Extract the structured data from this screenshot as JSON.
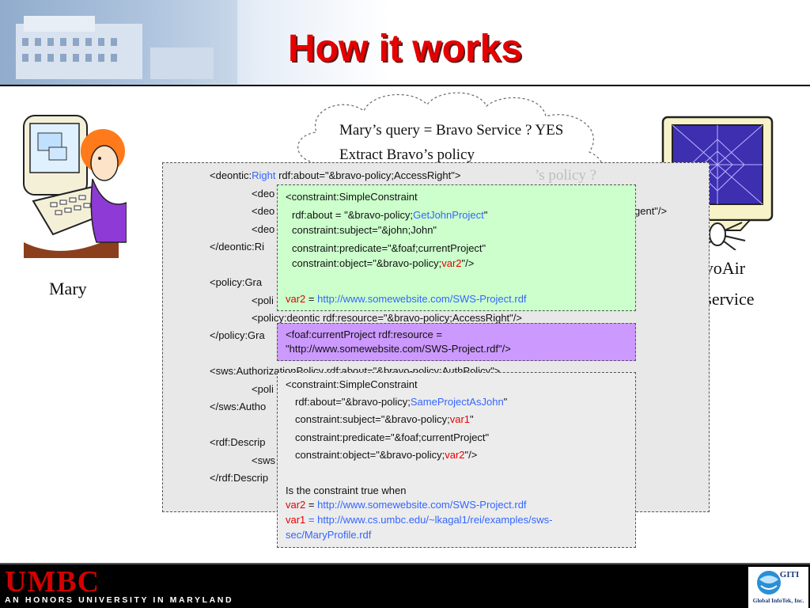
{
  "title": "How it works",
  "cloud": {
    "line1": "Mary’s query = Bravo Service ? YES",
    "line2": "Extract Bravo’s policy",
    "line3_partial": "’s policy ?"
  },
  "people": {
    "mary_label": "Mary",
    "bravo_label1": "BravoAir",
    "bravo_label2": "Web service"
  },
  "policy_box": {
    "l1_pre": "<deontic:",
    "l1_kw": "Right",
    "l1_post": " rdf:about=\"&bravo-policy;AccessRight\">",
    "l2": "<deo",
    "l3": "<deo",
    "l3_tail": "gent\"/>",
    "l4": "<deo",
    "l5": "</deontic:Ri",
    "l6": "<policy:Gra",
    "l7": "<poli",
    "l8": "<policy:deontic rdf:resource=\"&bravo-policy;AccessRight\"/>",
    "l9": "</policy:Gra",
    "l10": "<sws:AuthorizationPolicy rdf:about=\"&bravo-policy;AuthPolicy\">",
    "l11": "<poli",
    "l12": "</sws:Autho",
    "l13": "<rdf:Descrip",
    "l14": "<sws",
    "l15": "</rdf:Descrip"
  },
  "green_box": {
    "l1": "<constraint:SimpleConstraint",
    "l2_pre": "rdf:about = \"&bravo-policy;",
    "l2_kw": "GetJohnProject",
    "l2_post": "\"",
    "l3": "constraint:subject=\"&john;John\"",
    "l4": "constraint:predicate=\"&foaf;currentProject\"",
    "l5_pre": "constraint:object=\"&bravo-policy;",
    "l5_kw": "var2",
    "l5_post": "\"/>",
    "l6_var": "var2",
    "l6_eq": " = ",
    "l6_url": "http://www.somewebsite.com/SWS-Project.rdf"
  },
  "purple_box": {
    "l1": "<foaf:currentProject rdf:resource =",
    "l2": "\"http://www.somewebsite.com/SWS-Project.rdf\"/>"
  },
  "gray_box": {
    "l1": "<constraint:SimpleConstraint",
    "l2_pre": "rdf:about=\"&bravo-policy;",
    "l2_kw": "SameProjectAsJohn",
    "l2_post": "\"",
    "l3_pre": "constraint:subject=\"&bravo-policy;",
    "l3_kw": "var1",
    "l3_post": "\"",
    "l4": "constraint:predicate=\"&foaf;currentProject\"",
    "l5_pre": "constraint:object=\"&bravo-policy;",
    "l5_kw": "var2",
    "l5_post": "\"/>",
    "l6": "Is  the constraint true when",
    "l7_var": "var2",
    "l7_eq": " = ",
    "l7_url": "http://www.somewebsite.com/SWS-Project.rdf",
    "l8_var": "var1",
    "l8_rest": " = http://www.cs.umbc.edu/~lkagal1/rei/examples/sws-",
    "l9": "sec/MaryProfile.rdf"
  },
  "footer": {
    "logo": "UMBC",
    "tagline": "AN HONORS UNIVERSITY IN MARYLAND",
    "giti_logo": "GITI",
    "giti_name": "Global InfoTek, Inc."
  }
}
